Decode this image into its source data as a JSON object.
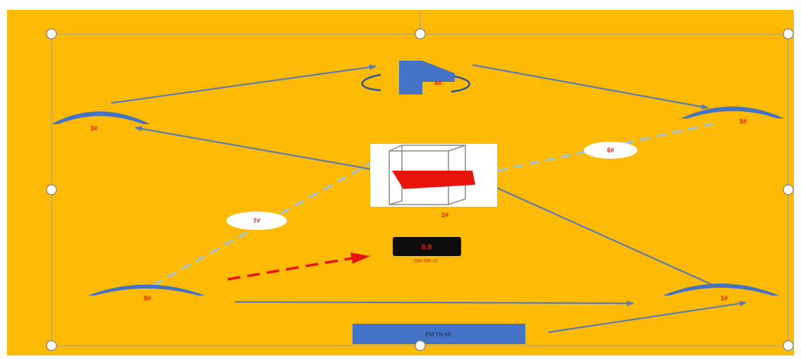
{
  "diagram": {
    "colors": {
      "background": "#FDBA05",
      "node": "#4472C4",
      "arrow": "#5A7BB5",
      "dashed_link": "#9DC3E6",
      "red": "#E8140C",
      "selection": "#8FA3C0"
    },
    "nodes": {
      "top_label": "4#",
      "left_label": "3#",
      "right_label": "5#",
      "bottom_left_label": "8#",
      "bottom_right_label": "1#",
      "center_label": "2#"
    },
    "ellipses": {
      "left_label": "7#",
      "right_label": "6#"
    },
    "device": {
      "display": "8.8",
      "caption": "DM-RB-1C"
    },
    "bottom_box": {
      "label": "PM TN AK"
    }
  }
}
